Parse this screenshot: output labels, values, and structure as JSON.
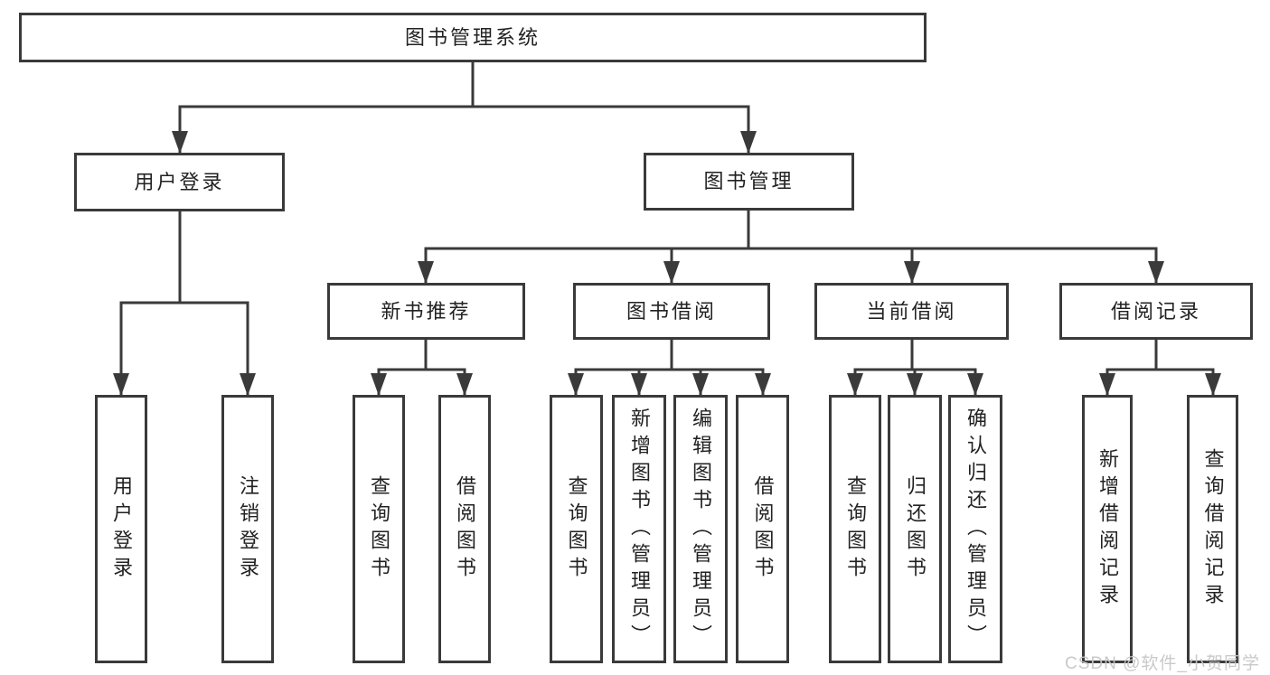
{
  "tree": {
    "root": {
      "label": "图书管理系统"
    },
    "login": {
      "label": "用户登录",
      "children": [
        {
          "label": "用户登录"
        },
        {
          "label": "注销登录"
        }
      ]
    },
    "management": {
      "label": "图书管理",
      "children": [
        {
          "label": "新书推荐",
          "children": [
            {
              "label": "查询图书"
            },
            {
              "label": "借阅图书"
            }
          ]
        },
        {
          "label": "图书借阅",
          "children": [
            {
              "label": "查询图书"
            },
            {
              "label": "新增图书（管理员）"
            },
            {
              "label": "编辑图书（管理员）"
            },
            {
              "label": "借阅图书"
            }
          ]
        },
        {
          "label": "当前借阅",
          "children": [
            {
              "label": "查询图书"
            },
            {
              "label": "归还图书"
            },
            {
              "label": "确认归还（管理员）"
            }
          ]
        },
        {
          "label": "借阅记录",
          "children": [
            {
              "label": "新增借阅记录"
            },
            {
              "label": "查询借阅记录"
            }
          ]
        }
      ]
    }
  },
  "watermark": {
    "text": "CSDN @软件_小贺同学"
  },
  "colors": {
    "line": "#3a3a3a",
    "text": "#222222",
    "background": "#ffffff",
    "watermark": "#c6c6c6"
  }
}
